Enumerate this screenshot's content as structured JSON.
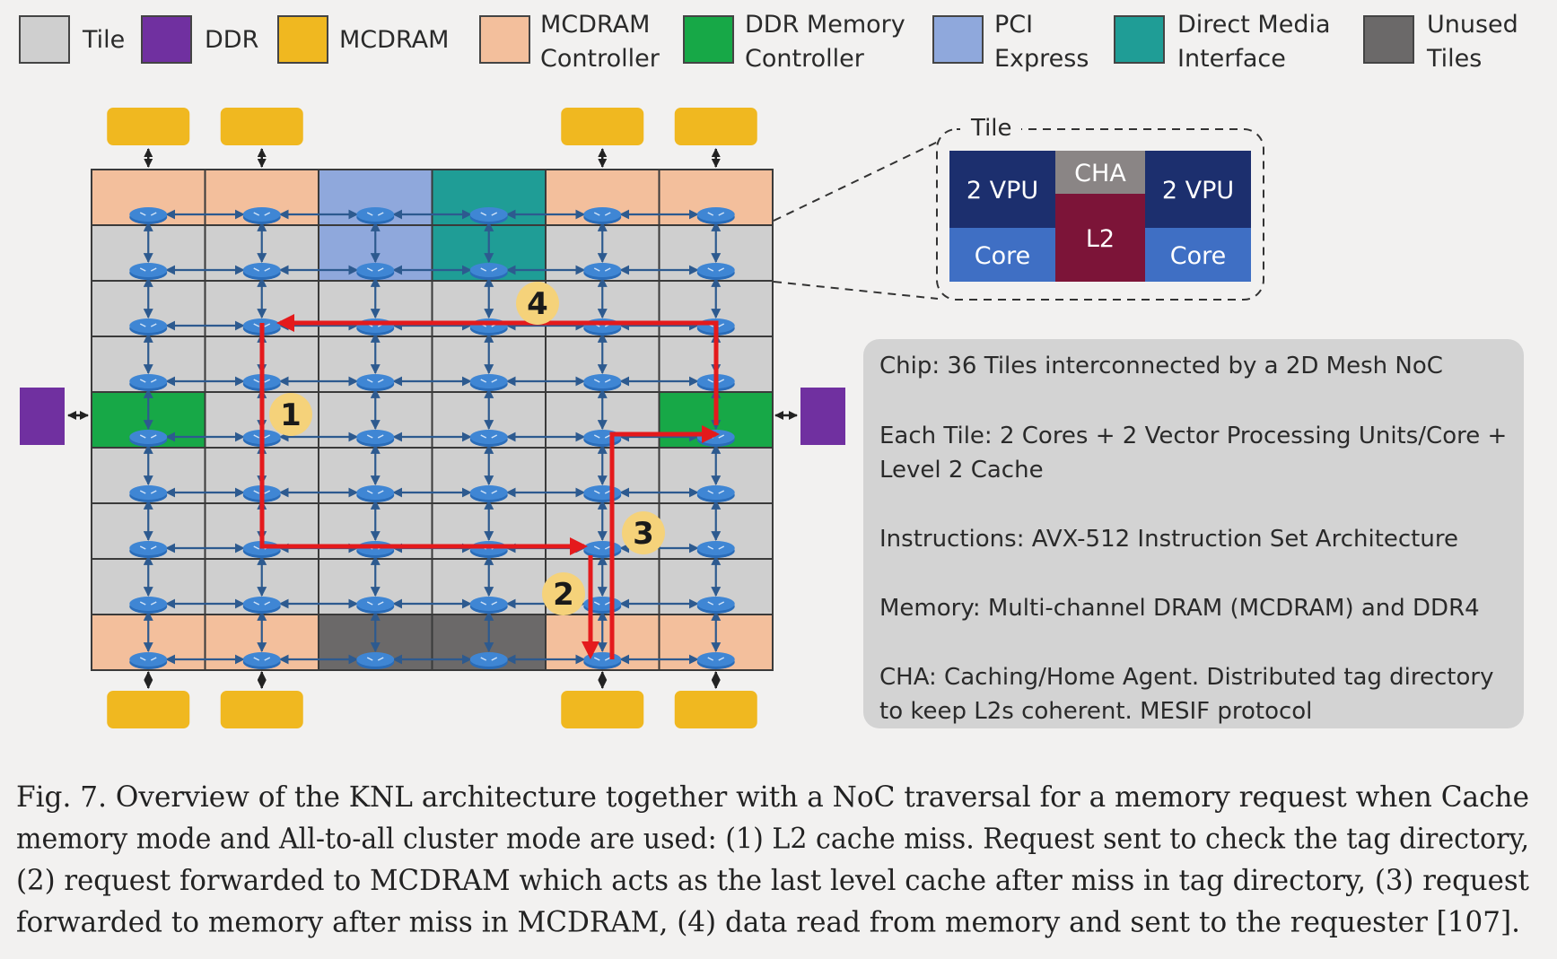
{
  "legend": [
    {
      "label_lines": [
        "Tile"
      ],
      "color": "#cfcfcf"
    },
    {
      "label_lines": [
        "DDR"
      ],
      "color": "#7030a0"
    },
    {
      "label_lines": [
        "MCDRAM"
      ],
      "color": "#f0b820"
    },
    {
      "label_lines": [
        "MCDRAM",
        "Controller"
      ],
      "color": "#f3bf9c"
    },
    {
      "label_lines": [
        "DDR Memory",
        "Controller"
      ],
      "color": "#17a847"
    },
    {
      "label_lines": [
        "PCI",
        "Express"
      ],
      "color": "#8fa8dc"
    },
    {
      "label_lines": [
        "Direct Media",
        "Interface"
      ],
      "color": "#1f9d96"
    },
    {
      "label_lines": [
        "Unused",
        "Tiles"
      ],
      "color": "#6b6969"
    }
  ],
  "colors": {
    "tile": "#cfcfcf",
    "ddr": "#7030a0",
    "mcdram": "#f0b820",
    "mcdram_controller": "#f3bf9c",
    "ddr_controller": "#17a847",
    "pci_express": "#8fa8dc",
    "direct_media_interface": "#1f9d96",
    "unused_tiles": "#6b6969",
    "router": "#3f86d4",
    "link": "#2d5a8f",
    "path": "#e41a1c",
    "marker": "#f5d27a",
    "info_box": "#d3d3d3",
    "tile_vpu": "#1c2f6e",
    "tile_core": "#3f6fc4",
    "tile_cha": "#8a8585",
    "tile_l2": "#7c1438"
  },
  "grid": {
    "rows": 9,
    "cols": 6,
    "cell_types": [
      [
        "mcdram_controller",
        "mcdram_controller",
        "pci_express",
        "direct_media_interface",
        "mcdram_controller",
        "mcdram_controller"
      ],
      [
        "tile",
        "tile",
        "pci_express",
        "direct_media_interface",
        "tile",
        "tile"
      ],
      [
        "tile",
        "tile",
        "tile",
        "tile",
        "tile",
        "tile"
      ],
      [
        "tile",
        "tile",
        "tile",
        "tile",
        "tile",
        "tile"
      ],
      [
        "ddr_controller",
        "tile",
        "tile",
        "tile",
        "tile",
        "ddr_controller"
      ],
      [
        "tile",
        "tile",
        "tile",
        "tile",
        "tile",
        "tile"
      ],
      [
        "tile",
        "tile",
        "tile",
        "tile",
        "tile",
        "tile"
      ],
      [
        "tile",
        "tile",
        "tile",
        "tile",
        "tile",
        "tile"
      ],
      [
        "mcdram_controller",
        "mcdram_controller",
        "unused_tiles",
        "unused_tiles",
        "mcdram_controller",
        "mcdram_controller"
      ]
    ]
  },
  "markers": [
    {
      "label": "1"
    },
    {
      "label": "2"
    },
    {
      "label": "3"
    },
    {
      "label": "4"
    }
  ],
  "tile_detail": {
    "title": "Tile",
    "vpu_left": "2 VPU",
    "vpu_right": "2 VPU",
    "core_left": "Core",
    "core_right": "Core",
    "cha": "CHA",
    "l2": "L2"
  },
  "info_box": {
    "paragraphs": [
      [
        "Chip: 36 Tiles interconnected by a 2D Mesh NoC"
      ],
      [
        "Each Tile: 2 Cores + 2 Vector Processing Units/Core +",
        "Level 2 Cache"
      ],
      [
        "Instructions: AVX-512 Instruction Set Architecture"
      ],
      [
        "Memory: Multi-channel DRAM (MCDRAM) and DDR4"
      ],
      [
        "CHA: Caching/Home Agent. Distributed tag directory",
        "to keep L2s coherent. MESIF protocol"
      ]
    ]
  },
  "caption_lines": [
    "Fig. 7.  Overview of the KNL architecture together with a NoC traversal for a memory request when Cache",
    "memory mode and All-to-all cluster mode are used: (1) L2 cache miss. Request sent to check the tag directory,",
    "(2) request forwarded to MCDRAM which acts as the last level cache after miss in tag directory, (3) request",
    "forwarded to memory after miss in MCDRAM, (4) data read from memory and sent to the requester [107]."
  ]
}
